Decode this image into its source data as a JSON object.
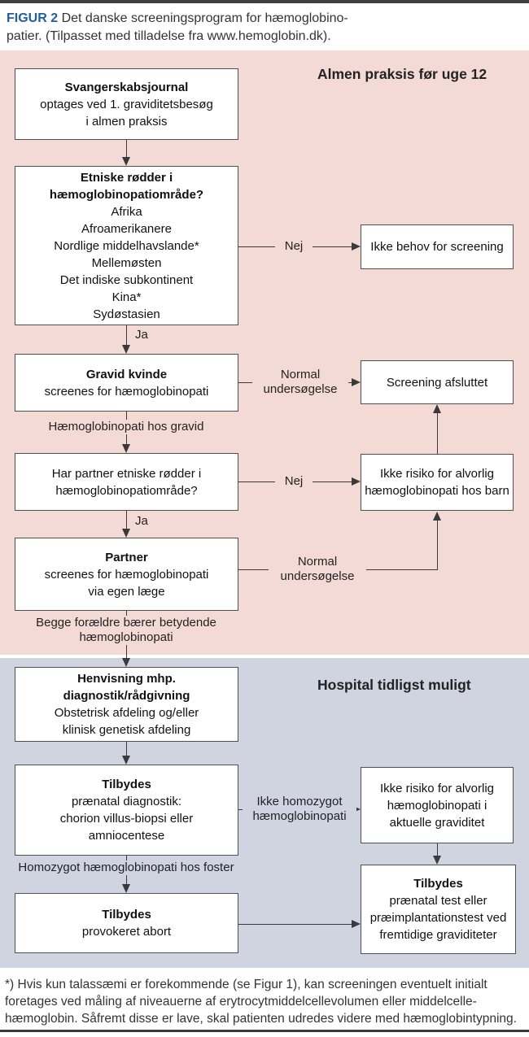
{
  "title": {
    "figure_label": "FIGUR 2",
    "line1": "Det danske screeningsprogram for hæmoglobino-",
    "line2": "patier. (Tilpasset med tilladelse fra www.hemoglobin.dk)."
  },
  "sections": {
    "primary_care": {
      "header_line1": "Almen praksis",
      "header_line2": "før uge 12"
    },
    "hospital": {
      "header_line1": "Hospital",
      "header_line2": "tidligst muligt"
    }
  },
  "boxes": {
    "svangerskabsjournal": {
      "title": "Svangerskabsjournal",
      "line1": "optages ved 1. graviditetsbesøg",
      "line2": "i almen praksis"
    },
    "etniske_rodder": {
      "title_line1": "Etniske rødder i",
      "title_line2": "hæmoglobinopatiområde?",
      "items": [
        "Afrika",
        "Afroamerikanere",
        "Nordlige middelhavslande*",
        "Mellemøsten",
        "Det indiske subkontinent",
        "Kina*",
        "Sydøstasien"
      ]
    },
    "gravid_kvinde": {
      "title": "Gravid kvinde",
      "line1": "screenes for hæmoglobinopati"
    },
    "har_partner": {
      "line1": "Har partner etniske rødder i",
      "line2": "hæmoglobinopatiområde?"
    },
    "partner": {
      "title": "Partner",
      "line1": "screenes for hæmoglobinopati",
      "line2": "via egen læge"
    },
    "henvisning": {
      "title": "Henvisning mhp. diagnostik/rådgivning",
      "line1": "Obstetrisk afdeling og/eller",
      "line2": "klinisk genetisk afdeling"
    },
    "tilbydes_diagnostik": {
      "title": "Tilbydes",
      "line1": "prænatal diagnostik:",
      "line2": "chorion villus-biopsi eller",
      "line3": "amniocentese"
    },
    "tilbydes_abort": {
      "title": "Tilbydes",
      "line1": "provokeret abort"
    },
    "ikke_behov": {
      "line1": "Ikke behov for screening"
    },
    "screening_afsluttet": {
      "line1": "Screening afsluttet"
    },
    "ikke_risiko_barn": {
      "line1": "Ikke risiko for alvorlig",
      "line2": "hæmoglobinopati hos barn"
    },
    "ikke_risiko_graviditet": {
      "line1": "Ikke risiko for alvorlig",
      "line2": "hæmoglobinopati i",
      "line3": "aktuelle graviditet"
    },
    "tilbydes_test": {
      "title": "Tilbydes",
      "line1": "prænatal test eller",
      "line2": "præimplantationstest ved",
      "line3": "fremtidige graviditeter"
    }
  },
  "edge_labels": {
    "nej1": "Nej",
    "ja1": "Ja",
    "normal1": {
      "line1": "Normal",
      "line2": "undersøgelse"
    },
    "haem_gravid": "Hæmoglobinopati hos gravid",
    "nej2": "Nej",
    "ja2": "Ja",
    "normal2": {
      "line1": "Normal",
      "line2": "undersøgelse"
    },
    "begge": {
      "line1": "Begge forældre bærer betydende",
      "line2": "hæmoglobinopati"
    },
    "ikke_homozygot": {
      "line1": "Ikke homozygot",
      "line2": "hæmoglobinopati"
    },
    "homozygot_foster": "Homozygot hæmoglobinopati hos foster"
  },
  "footnote": {
    "line1": "*) Hvis kun talassæmi er forekommende (se Figur 1), kan screeningen eventuelt initialt",
    "line2": "foretages ved måling af niveauerne af erytrocytmiddelcellevolumen eller middelcelle-",
    "line3": "hæmoglobin. Såfremt disse er lave, skal patienten udredes videre med hæmoglobintypning."
  },
  "colors": {
    "section_primary_bg": "#f4dad4",
    "section_hospital_bg": "#d0d3e0",
    "figure_label_blue": "#1f5f9f",
    "box_border": "#4f4f4f",
    "line_color": "#3a3a3a",
    "top_bar": "#404040"
  }
}
